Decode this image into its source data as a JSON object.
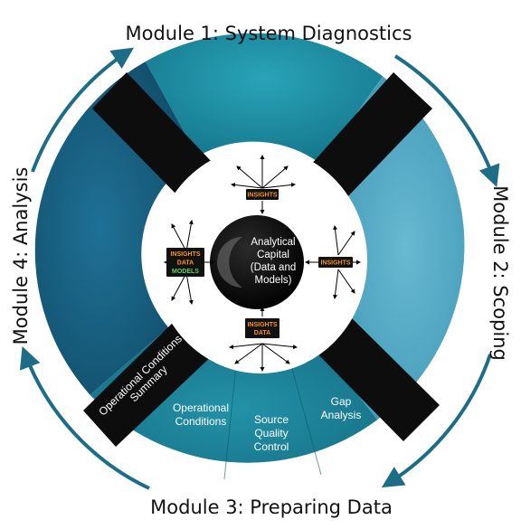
{
  "modules": {
    "m1": "Module 1: System Diagnostics",
    "m2": "Module 2: Scoping",
    "m3": "Module 3: Preparing Data",
    "m4": "Module 4: Analysis"
  },
  "center": {
    "line1": "Analytical",
    "line2": "Capital",
    "line3": "(Data and",
    "line4": "Models)"
  },
  "tags": {
    "top": "INSIGHTS",
    "right": "INSIGHTS",
    "bottom_1": "INSIGHTS",
    "bottom_2": "DATA",
    "left_1": "INSIGHTS",
    "left_2": "DATA",
    "left_3": "MODELS"
  },
  "bottom_sections": {
    "opcond_1": "Operational",
    "opcond_2": "Conditions",
    "sqc_1": "Source",
    "sqc_2": "Quality",
    "sqc_3": "Control",
    "gap_1": "Gap",
    "gap_2": "Analysis",
    "summary_1": "Operational Conditions",
    "summary_2": "Summary"
  },
  "colors": {
    "top_segment": "#1c8aa0",
    "right_segment": "#4aa6c2",
    "bottom_segment": "#1a7c93",
    "left_segment": "#165d7a",
    "strap": "#0d0d0d",
    "insights_text": "#f7941d",
    "data_text": "#f7941d",
    "models_text": "#5fd36a",
    "cycle_arrow": "#1d6d86"
  }
}
